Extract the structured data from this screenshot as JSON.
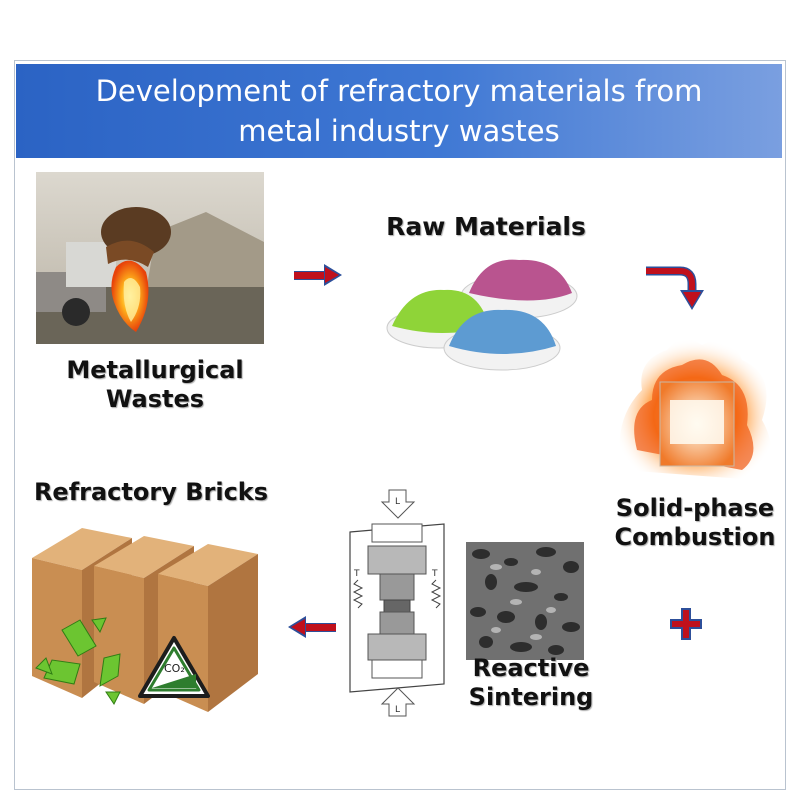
{
  "title": "Development of refractory materials from metal industry wastes",
  "steps": {
    "wastes": "Metallurgical Wastes",
    "raw": "Raw Materials",
    "combustion": "Solid-phase Combustion",
    "sintering": "Reactive Sintering",
    "bricks": "Refractory Bricks"
  },
  "co2_label": "CO₂",
  "sintering_labels": {
    "load": "L",
    "temp": "T"
  },
  "colors": {
    "banner": "#3a70d0",
    "arrow_red": "#c0101c",
    "arrow_blue": "#2d4f9a"
  }
}
